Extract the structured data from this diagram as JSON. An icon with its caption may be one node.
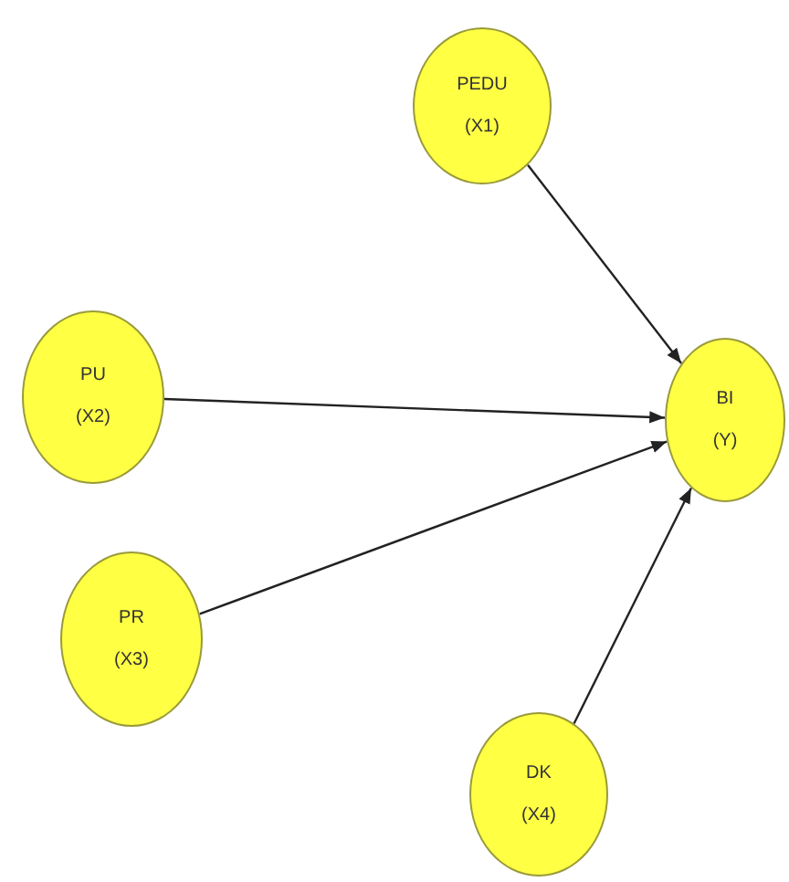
{
  "diagram": {
    "nodes": [
      {
        "text": [
          "PEDU",
          "(X1)"
        ]
      },
      {
        "text": [
          "PU",
          "(X2)"
        ]
      },
      {
        "text": [
          "PR",
          "(X3)"
        ]
      },
      {
        "text": [
          "DK",
          "(X4)"
        ]
      },
      {
        "text": [
          "BI",
          "(Y)"
        ]
      }
    ],
    "edges": [
      {
        "from": 0,
        "to": 4,
        "arrow": "to"
      },
      {
        "from": 1,
        "to": 4,
        "arrow": "to"
      },
      {
        "from": 2,
        "to": 4,
        "arrow": "to"
      },
      {
        "from": 3,
        "to": 4,
        "arrow": "to"
      }
    ]
  }
}
